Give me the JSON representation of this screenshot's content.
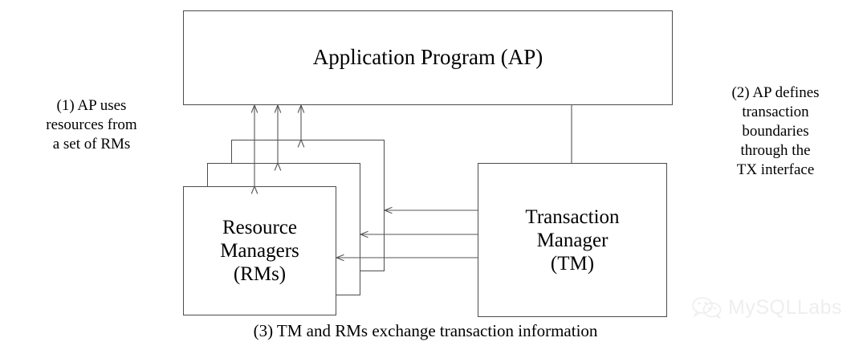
{
  "diagram": {
    "title_caption": "(3) TM and RMs exchange transaction information",
    "boxes": {
      "application_program": "Application Program (AP)",
      "transaction_manager": "Transaction\nManager\n(TM)",
      "resource_managers": "Resource\nManagers\n(RMs)"
    },
    "notes": {
      "left": "(1) AP uses\nresources from\na set of RMs",
      "right": "(2) AP defines\ntransaction\nboundaries\nthrough the\nTX interface"
    },
    "colors": {
      "stroke": "#4d4d4d",
      "arrow": "#555555",
      "background": "#ffffff",
      "text": "#000000",
      "watermark": "#c9c9c9"
    },
    "connections": [
      {
        "name": "ap-to-rm-1",
        "type": "double-headed-vertical"
      },
      {
        "name": "ap-to-rm-2",
        "type": "double-headed-vertical"
      },
      {
        "name": "ap-to-rm-3",
        "type": "double-headed-vertical"
      },
      {
        "name": "ap-to-tm",
        "type": "single-headed-down"
      },
      {
        "name": "rm-to-tm-1",
        "type": "double-headed-horizontal"
      },
      {
        "name": "rm-to-tm-2",
        "type": "double-headed-horizontal"
      },
      {
        "name": "rm-to-tm-3",
        "type": "double-headed-horizontal"
      }
    ]
  },
  "watermark": {
    "label": "MySQLLabs",
    "icon": "wechat-bubbles-icon"
  }
}
